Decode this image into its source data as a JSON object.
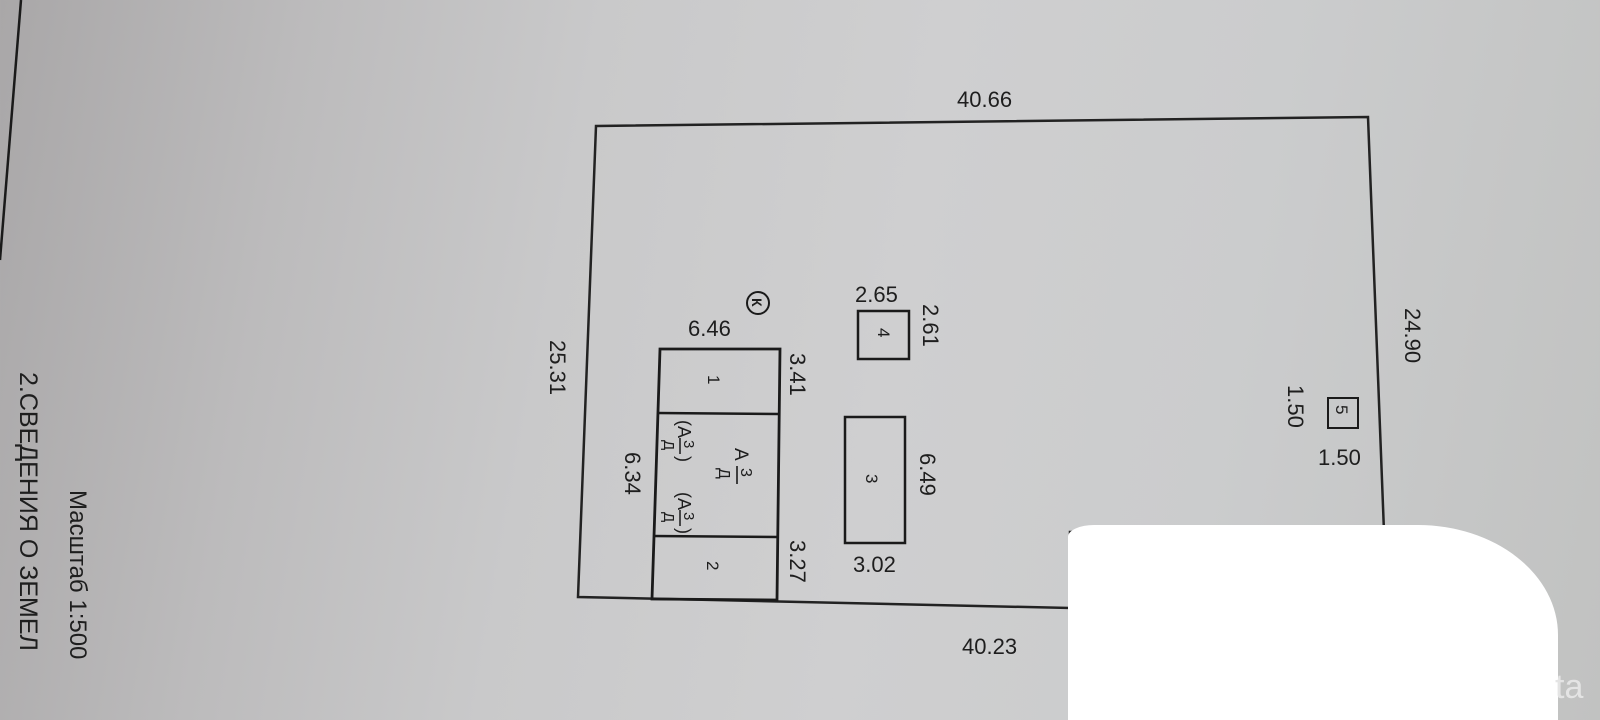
{
  "document": {
    "type": "cadastral site plan (photographed page)",
    "scale_label": "Масштаб 1:500",
    "section_heading": "2.СВЕДЕНИЯ О ЗЕМЕЛ"
  },
  "plot": {
    "top_length": "40.66",
    "bottom_length": "40.23",
    "left_length": "25.31",
    "right_length": "24.90"
  },
  "main_house": {
    "marker": "К",
    "top_width": "6.46",
    "left_height": "6.34",
    "room1": {
      "label": "1",
      "side": "3.41"
    },
    "room2": {
      "label": "2",
      "side": "3.27"
    },
    "center_label": {
      "letter": "А",
      "numerator": "3",
      "denominator": "Д"
    },
    "annex_label_1": {
      "letter": "(А",
      "numerator": "3",
      "denominator": "Д",
      "close": ")"
    },
    "annex_label_2": {
      "letter": "(А",
      "numerator": "3",
      "denominator": "Д",
      "close": ")"
    }
  },
  "buildings": [
    {
      "id": "4",
      "width": "2.65",
      "depth": "2.61"
    },
    {
      "id": "3",
      "width": "3.02",
      "depth": "6.49"
    },
    {
      "id": "5",
      "width": "1.50",
      "depth": "1.50"
    }
  ],
  "colors": {
    "paper": "#cfcfd0",
    "ink": "#1e1e1e",
    "redaction": "#ffffff"
  },
  "watermark": "ta"
}
